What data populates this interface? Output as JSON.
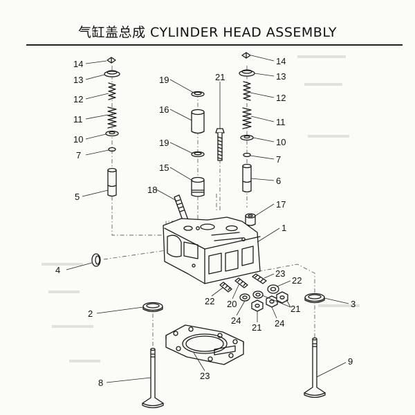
{
  "title": "气缸盖总成  CYLINDER HEAD ASSEMBLY",
  "callouts": {
    "c14_left": "14",
    "c13_left": "13",
    "c12_left": "12",
    "c11_left": "11",
    "c10_left": "10",
    "c7_left": "7",
    "c5": "5",
    "c19_top": "19",
    "c16": "16",
    "c19_mid": "19",
    "c15": "15",
    "c18": "18",
    "c21_top": "21",
    "c14_right": "14",
    "c13_right": "13",
    "c12_right": "12",
    "c11_right": "11",
    "c10_right": "10",
    "c7_right": "7",
    "c6": "6",
    "c17": "17",
    "c1": "1",
    "c4": "4",
    "c2": "2",
    "c3": "3",
    "c23_top": "23",
    "c22_right": "22",
    "c22_left": "22",
    "c20": "20",
    "c21_right": "21",
    "c24_left": "24",
    "c21_bottom": "21",
    "c24_right": "24",
    "c9": "9",
    "c8": "8",
    "c23_bottom": "23"
  }
}
